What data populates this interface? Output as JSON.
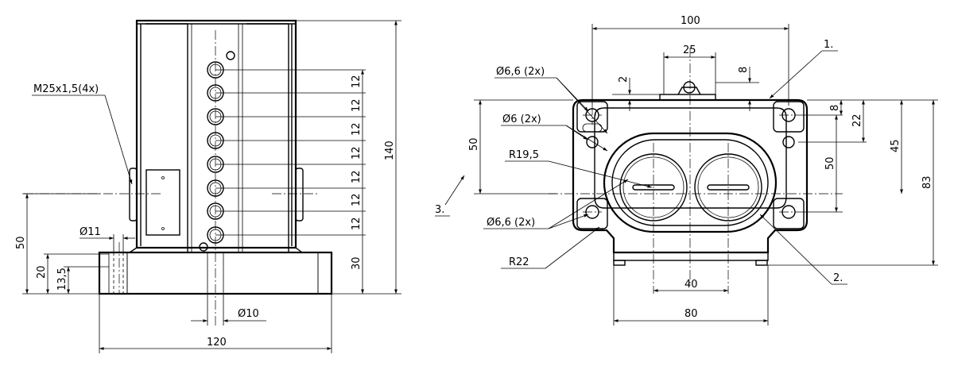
{
  "left_view": {
    "thread_callout": "M25x1,5(4x)",
    "dims": {
      "d11": "Ø11",
      "d10": "Ø10",
      "w120": "120",
      "h140": "140",
      "h50": "50",
      "h20": "20",
      "h13_5": "13,5",
      "h30": "30",
      "pitch": [
        "12",
        "12",
        "12",
        "12",
        "12",
        "12",
        "12"
      ]
    }
  },
  "right_view": {
    "dims": {
      "w100": "100",
      "w25": "25",
      "d8top": "8",
      "d2": "2",
      "hole66_top": "Ø6,6 (2x)",
      "hole6": "Ø6 (2x)",
      "r19_5": "R19,5",
      "hole66_bot": "Ø6,6 (2x)",
      "r22": "R22",
      "h50left": "50",
      "w40": "40",
      "w80": "80",
      "r8": "8",
      "r22v": "22",
      "r45": "45",
      "r50": "50",
      "r83": "83"
    },
    "callouts": {
      "c1": "1.",
      "c2": "2.",
      "c3": "3."
    }
  }
}
